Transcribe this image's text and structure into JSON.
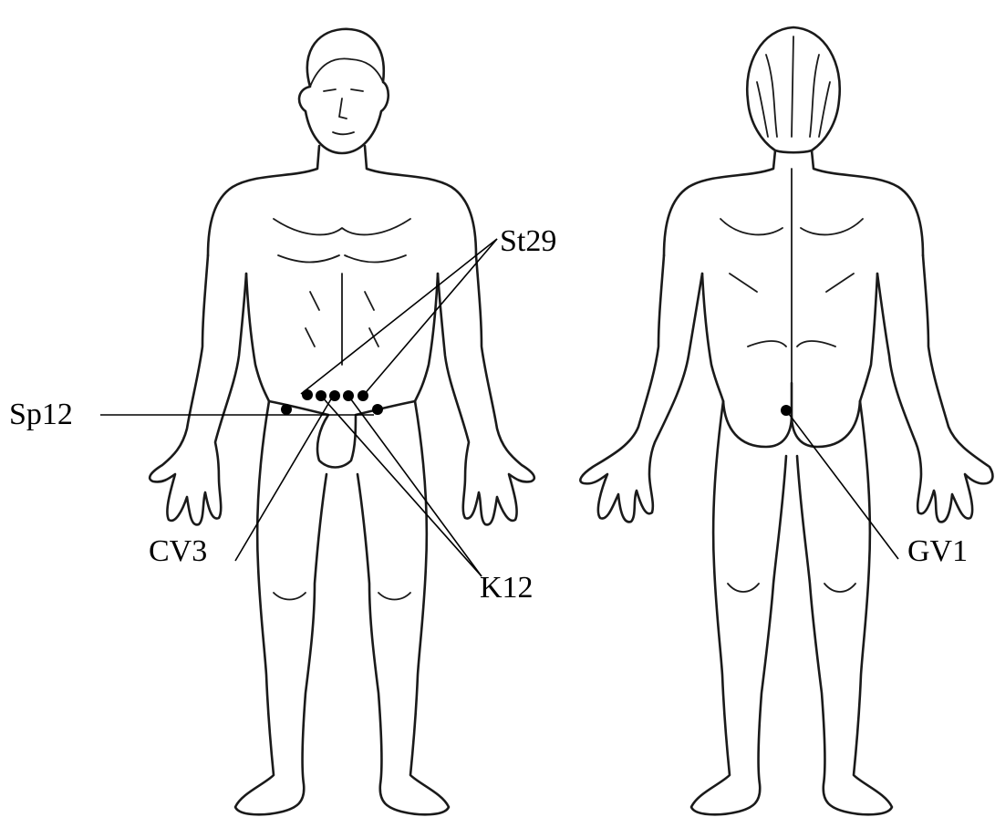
{
  "figure": {
    "front_view_name": "front-body-figure",
    "back_view_name": "back-body-figure",
    "point_color": "#000000",
    "line_color": "#000000"
  },
  "labels": {
    "st29": "St29",
    "sp12": "Sp12",
    "cv3": "CV3",
    "k12": "K12",
    "gv1": "GV1"
  }
}
